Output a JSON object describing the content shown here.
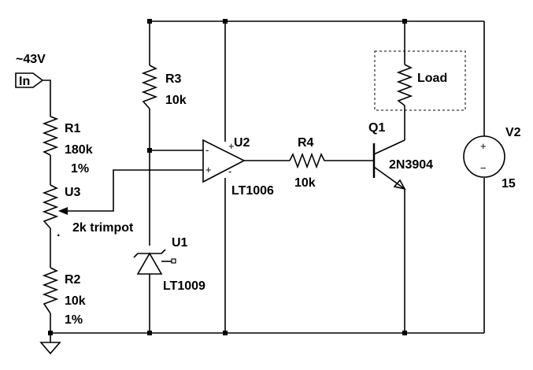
{
  "input": {
    "port_label": "In",
    "voltage_note": "~43V"
  },
  "R1": {
    "ref": "R1",
    "value": "180k",
    "tolerance": "1%"
  },
  "R2": {
    "ref": "R2",
    "value": "10k",
    "tolerance": "1%"
  },
  "R3": {
    "ref": "R3",
    "value": "10k"
  },
  "R4": {
    "ref": "R4",
    "value": "10k"
  },
  "U1": {
    "ref": "U1",
    "part": "LT1009"
  },
  "U2": {
    "ref": "U2",
    "part": "LT1006",
    "plus_sign": "+",
    "minus_sign": "-"
  },
  "U3": {
    "ref": "U3",
    "part": "2k trimpot",
    "dot": "."
  },
  "Q1": {
    "ref": "Q1",
    "part": "2N3904"
  },
  "V2": {
    "ref": "V2",
    "value": "15",
    "plus_sign": "+",
    "minus_sign": "−"
  },
  "load": {
    "label": "Load"
  }
}
